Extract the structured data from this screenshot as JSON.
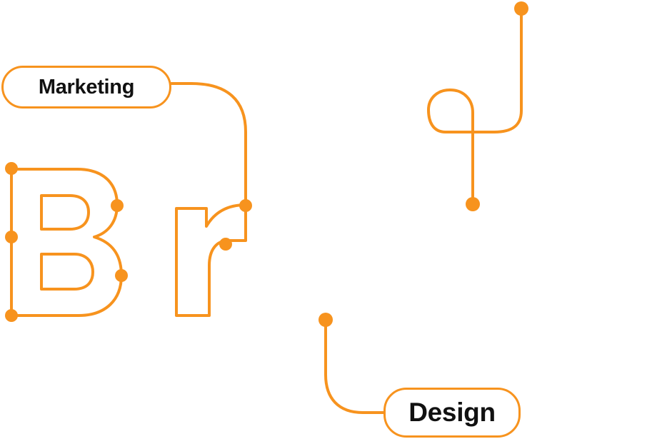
{
  "colors": {
    "accent": "#f7931e",
    "text": "#111111",
    "background": "#ffffff"
  },
  "tags": {
    "marketing": {
      "label": "Marketing"
    },
    "design": {
      "label": "Design"
    }
  },
  "decorations": {
    "outlined_letters": [
      "B",
      "r"
    ],
    "glyph_path": "q"
  }
}
